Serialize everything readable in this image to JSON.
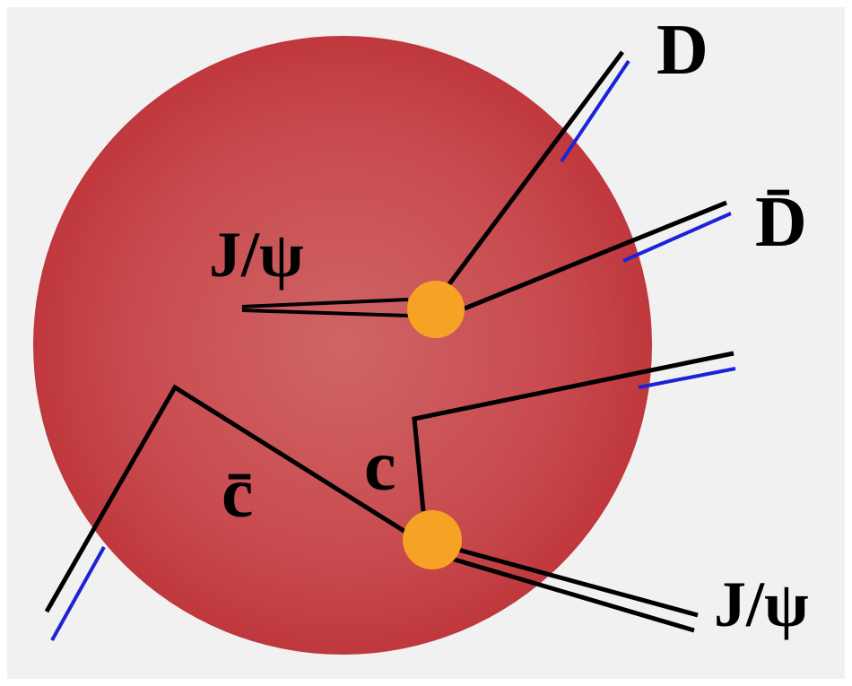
{
  "labels": {
    "jpsi_in": "J/ψ",
    "d_meson": "D",
    "dbar_meson": "D̄",
    "c_quark": "c",
    "cbar_quark": "c̄",
    "jpsi_out": "J/ψ"
  },
  "colors": {
    "background": "#f1f1f1",
    "nucleus_center": "#cf6566",
    "nucleus_edge": "#c0393d",
    "vertex": "#f6a224",
    "line": "#000000",
    "line_accent": "#1c22d8"
  }
}
